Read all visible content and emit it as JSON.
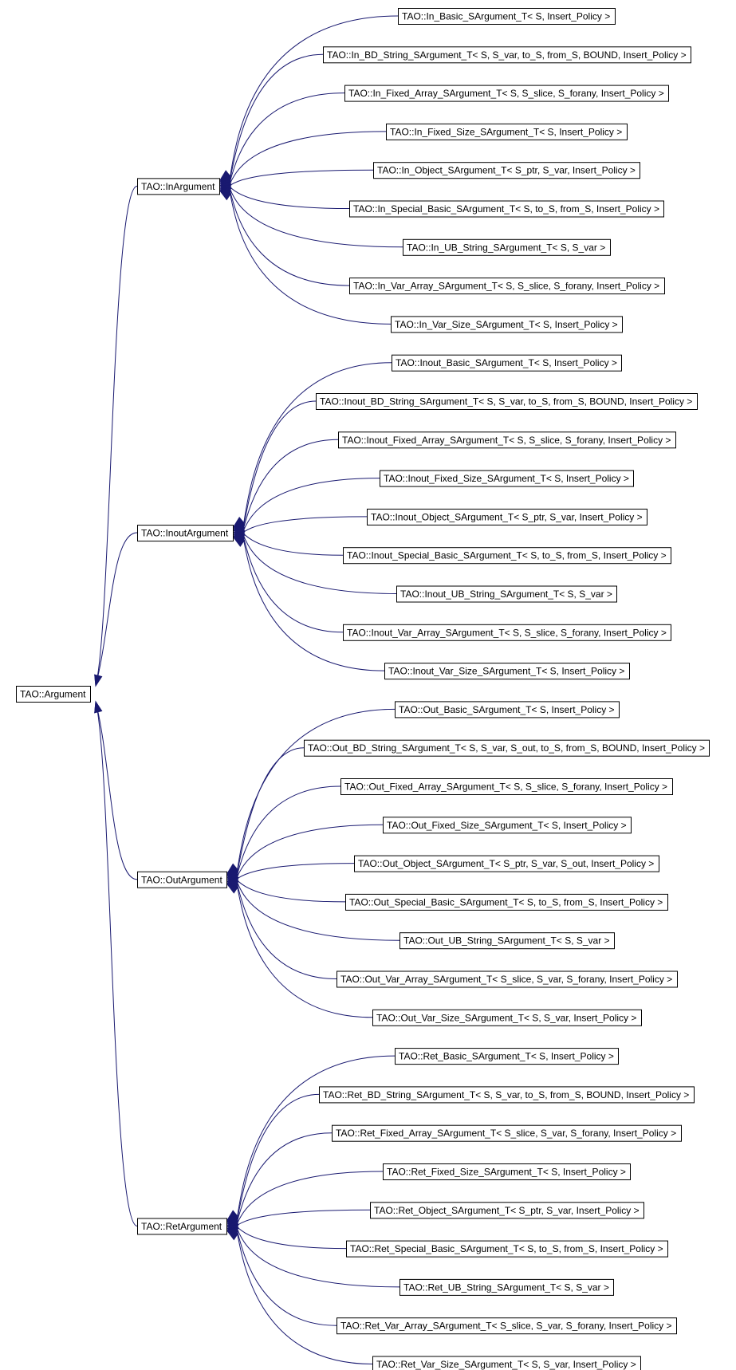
{
  "colors": {
    "edge": "#191970",
    "box_border": "#000000",
    "background": "#ffffff"
  },
  "root": {
    "label": "TAO::Argument"
  },
  "groups": [
    {
      "label": "TAO::InArgument",
      "children": [
        "TAO::In_Basic_SArgument_T< S, Insert_Policy >",
        "TAO::In_BD_String_SArgument_T< S, S_var, to_S, from_S, BOUND, Insert_Policy >",
        "TAO::In_Fixed_Array_SArgument_T< S, S_slice, S_forany, Insert_Policy >",
        "TAO::In_Fixed_Size_SArgument_T< S, Insert_Policy >",
        "TAO::In_Object_SArgument_T< S_ptr, S_var, Insert_Policy >",
        "TAO::In_Special_Basic_SArgument_T< S, to_S, from_S, Insert_Policy >",
        "TAO::In_UB_String_SArgument_T< S, S_var >",
        "TAO::In_Var_Array_SArgument_T< S, S_slice, S_forany, Insert_Policy >",
        "TAO::In_Var_Size_SArgument_T< S, Insert_Policy >"
      ]
    },
    {
      "label": "TAO::InoutArgument",
      "children": [
        "TAO::Inout_Basic_SArgument_T< S, Insert_Policy >",
        "TAO::Inout_BD_String_SArgument_T< S, S_var, to_S, from_S, BOUND, Insert_Policy >",
        "TAO::Inout_Fixed_Array_SArgument_T< S, S_slice, S_forany, Insert_Policy >",
        "TAO::Inout_Fixed_Size_SArgument_T< S, Insert_Policy >",
        "TAO::Inout_Object_SArgument_T< S_ptr, S_var, Insert_Policy >",
        "TAO::Inout_Special_Basic_SArgument_T< S, to_S, from_S, Insert_Policy >",
        "TAO::Inout_UB_String_SArgument_T< S, S_var >",
        "TAO::Inout_Var_Array_SArgument_T< S, S_slice, S_forany, Insert_Policy >",
        "TAO::Inout_Var_Size_SArgument_T< S, Insert_Policy >"
      ]
    },
    {
      "label": "TAO::OutArgument",
      "children": [
        "TAO::Out_Basic_SArgument_T< S, Insert_Policy >",
        "TAO::Out_BD_String_SArgument_T< S, S_var, S_out, to_S, from_S, BOUND, Insert_Policy >",
        "TAO::Out_Fixed_Array_SArgument_T< S, S_slice, S_forany, Insert_Policy >",
        "TAO::Out_Fixed_Size_SArgument_T< S, Insert_Policy >",
        "TAO::Out_Object_SArgument_T< S_ptr, S_var, S_out, Insert_Policy >",
        "TAO::Out_Special_Basic_SArgument_T< S, to_S, from_S, Insert_Policy >",
        "TAO::Out_UB_String_SArgument_T< S, S_var >",
        "TAO::Out_Var_Array_SArgument_T< S_slice, S_var, S_forany, Insert_Policy >",
        "TAO::Out_Var_Size_SArgument_T< S, S_var, Insert_Policy >"
      ]
    },
    {
      "label": "TAO::RetArgument",
      "children": [
        "TAO::Ret_Basic_SArgument_T< S, Insert_Policy >",
        "TAO::Ret_BD_String_SArgument_T< S, S_var, to_S, from_S, BOUND, Insert_Policy >",
        "TAO::Ret_Fixed_Array_SArgument_T< S_slice, S_var, S_forany, Insert_Policy >",
        "TAO::Ret_Fixed_Size_SArgument_T< S, Insert_Policy >",
        "TAO::Ret_Object_SArgument_T< S_ptr, S_var, Insert_Policy >",
        "TAO::Ret_Special_Basic_SArgument_T< S, to_S, from_S, Insert_Policy >",
        "TAO::Ret_UB_String_SArgument_T< S, S_var >",
        "TAO::Ret_Var_Array_SArgument_T< S_slice, S_var, S_forany, Insert_Policy >",
        "TAO::Ret_Var_Size_SArgument_T< S, S_var, Insert_Policy >"
      ]
    }
  ]
}
